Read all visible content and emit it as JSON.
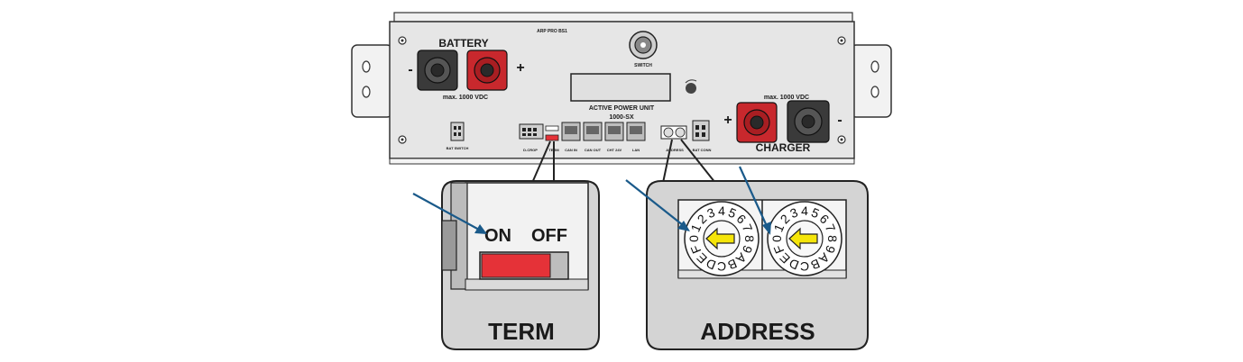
{
  "device": {
    "battery_label": "BATTERY",
    "charger_label": "CHARGER",
    "battery_max": "max. 1000 VDC",
    "charger_max": "max. 1000 VDC",
    "plus": "+",
    "minus": "-",
    "unit_name": "ACTIVE POWER UNIT",
    "unit_model": "1000-SX",
    "switch_label": "SWITCH",
    "top_small_label": "ARP PRO BS1",
    "bat_switch_label": "BAT SWITCH",
    "ports": [
      "D-CROP",
      "TERM",
      "CAN IN",
      "CAN OUT",
      "CHT 24V",
      "LAN"
    ],
    "address_label_small": "ADDRESS",
    "bat_conn_label": "BAT CONN"
  },
  "term_callout": {
    "on": "ON",
    "off": "OFF",
    "title": "TERM",
    "switch_state": "ON"
  },
  "address_callout": {
    "title": "ADDRESS",
    "dial_labels": [
      "0",
      "1",
      "2",
      "3",
      "4",
      "5",
      "6",
      "7",
      "8",
      "9",
      "A",
      "B",
      "C",
      "D",
      "E",
      "F"
    ],
    "dial_values": [
      "0",
      "0"
    ]
  },
  "colors": {
    "panel": "#e6e6e6",
    "callout_bg": "#d4d4d4",
    "red_terminal": "#c8282d",
    "switch_red": "#e53238",
    "arrow_blue": "#1a5a8a",
    "dial_arrow": "#f5e50a"
  }
}
